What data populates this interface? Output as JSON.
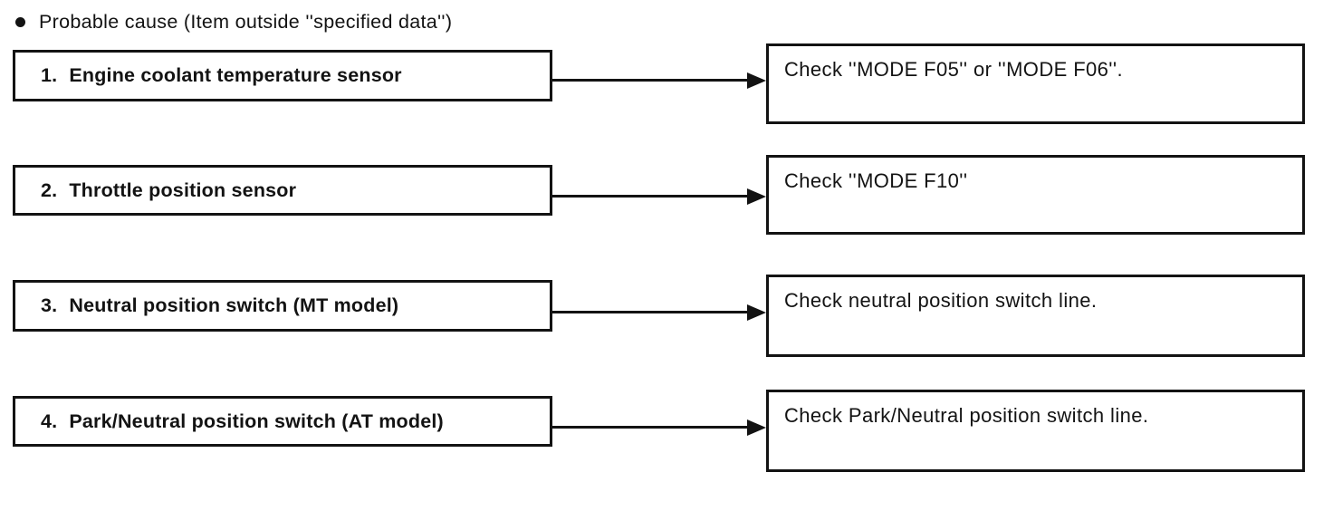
{
  "header": {
    "title": "Probable cause (Item outside ''specified data'')"
  },
  "colors": {
    "ink": "#131313",
    "background": "#ffffff"
  },
  "rows": [
    {
      "num": "1.",
      "cause": "Engine coolant temperature sensor",
      "check": "Check ''MODE F05'' or ''MODE F06''."
    },
    {
      "num": "2.",
      "cause": "Throttle position sensor",
      "check": "Check ''MODE F10''"
    },
    {
      "num": "3.",
      "cause": "Neutral position switch (MT model)",
      "check": "Check neutral position switch line."
    },
    {
      "num": "4.",
      "cause": "Park/Neutral position switch (AT model)",
      "check": "Check Park/Neutral position switch line."
    }
  ]
}
